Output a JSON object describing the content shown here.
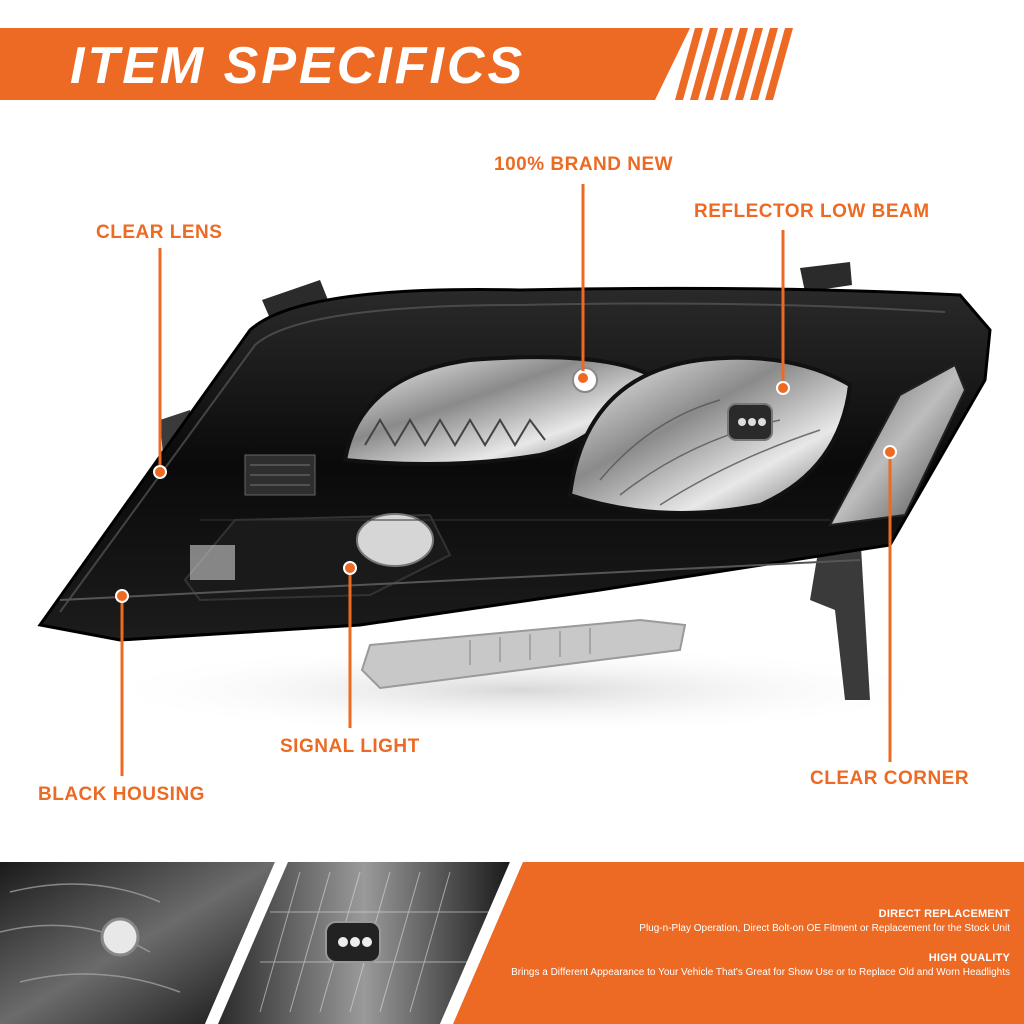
{
  "banner": {
    "title": "ITEM SPECIFICS"
  },
  "callouts": {
    "clear_lens": "CLEAR LENS",
    "brand_new": "100% BRAND NEW",
    "reflector_low_beam": "REFLECTOR LOW BEAM",
    "signal_light": "SIGNAL LIGHT",
    "black_housing": "BLACK HOUSING",
    "clear_corner": "CLEAR CORNER"
  },
  "features": [
    {
      "title": "DIRECT REPLACEMENT",
      "description": "Plug-n-Play Operation, Direct Bolt-on OE Fitment or Replacement for the Stock Unit"
    },
    {
      "title": "HIGH QUALITY",
      "description": "Brings a Different Appearance to Your Vehicle That's Great for Show Use or to Replace Old and Worn Headlights"
    }
  ],
  "colors": {
    "accent": "#ec6a23",
    "housing": "#0d0d0d",
    "chrome": "#cfcfcf",
    "bracket": "#bdbdbd"
  }
}
